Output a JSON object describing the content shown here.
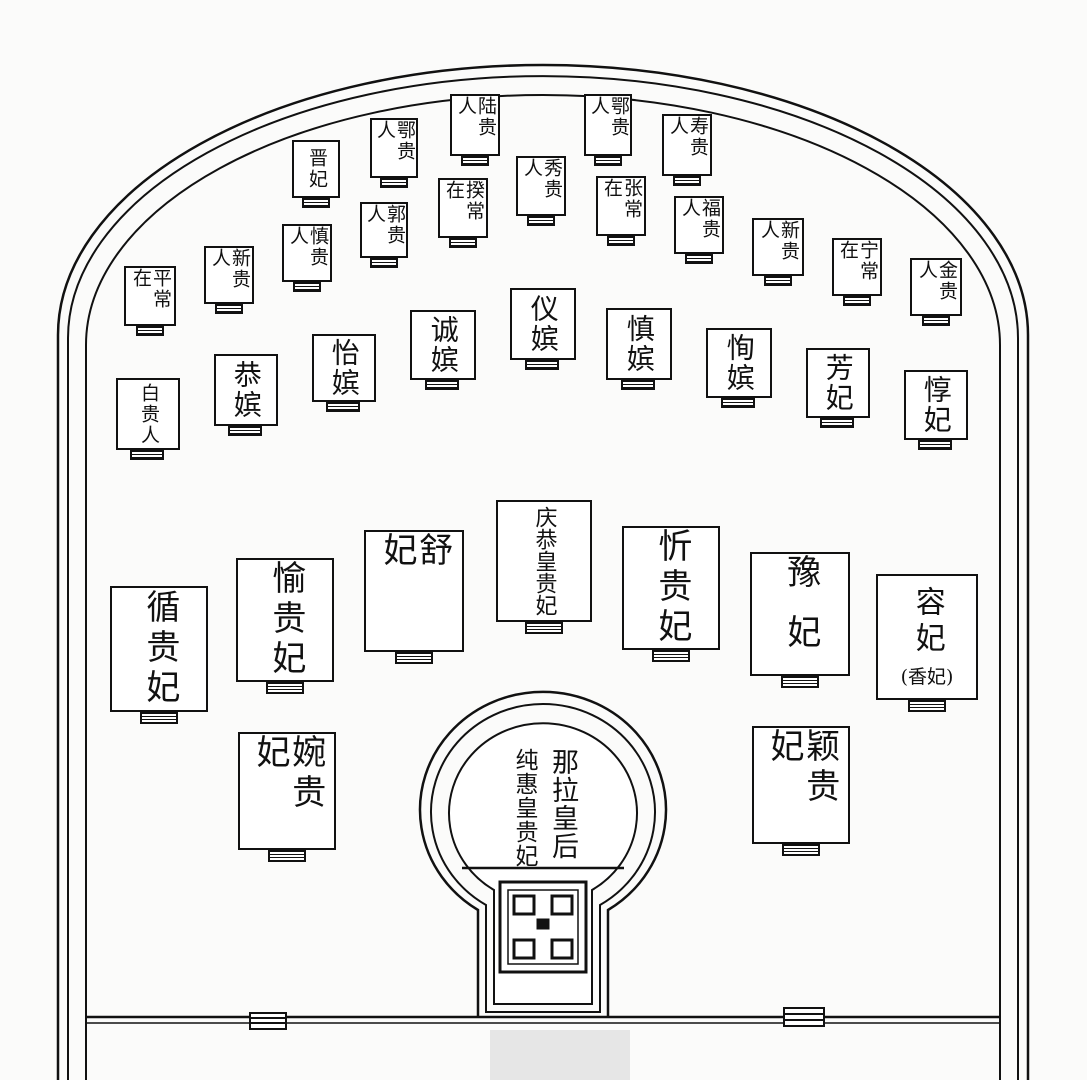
{
  "diagram_title": "",
  "tombs_back_rows": {
    "row1": [
      {
        "id": "t1",
        "text": "晋妃"
      },
      {
        "id": "t2",
        "text": "鄂贵人"
      },
      {
        "id": "t3",
        "text": "陆贵人"
      },
      {
        "id": "t4",
        "text": "鄂贵人"
      },
      {
        "id": "t5",
        "text": "寿贵人"
      }
    ],
    "row2": [
      {
        "id": "t6",
        "text": "郭贵人"
      },
      {
        "id": "t7",
        "text": "揆常在"
      },
      {
        "id": "t8",
        "text": "秀贵人"
      },
      {
        "id": "t9",
        "text": "张常在"
      },
      {
        "id": "t10",
        "text": "福贵人"
      }
    ],
    "row3": [
      {
        "id": "t11",
        "text": "平常在"
      },
      {
        "id": "t12",
        "text": "新贵人"
      },
      {
        "id": "t13",
        "text": "慎贵人"
      },
      {
        "id": "t14",
        "text": "新贵人"
      },
      {
        "id": "t15",
        "text": "宁常在"
      },
      {
        "id": "t16",
        "text": "金贵人"
      }
    ],
    "row4": [
      {
        "id": "t17",
        "text": "白贵人"
      },
      {
        "id": "t18",
        "text": "恭嫔"
      },
      {
        "id": "t19",
        "text": "怡嫔"
      },
      {
        "id": "t20",
        "text": "诚嫔"
      },
      {
        "id": "t21",
        "text": "仪嫔"
      },
      {
        "id": "t22",
        "text": "慎嫔"
      },
      {
        "id": "t23",
        "text": "恂嫔"
      },
      {
        "id": "t24",
        "text": "芳妃"
      },
      {
        "id": "t25",
        "text": "惇妃"
      }
    ]
  },
  "tombs_front_row": [
    {
      "id": "f1",
      "text": "循贵妃"
    },
    {
      "id": "f2",
      "text": "愉贵妃"
    },
    {
      "id": "f3",
      "text": "舒妃"
    },
    {
      "id": "f4",
      "text": "庆恭皇贵妃"
    },
    {
      "id": "f5",
      "text": "忻贵妃"
    },
    {
      "id": "f6",
      "text": "豫妃"
    },
    {
      "id": "f7",
      "text": "容妃",
      "note": "(香妃)"
    }
  ],
  "tombs_lower_row": [
    {
      "id": "l1",
      "text": "婉贵妃"
    },
    {
      "id": "l2",
      "text": "颖贵妃"
    }
  ],
  "central_tomb": {
    "right_column": "那拉皇后",
    "left_column": "纯惠皇贵妃"
  }
}
